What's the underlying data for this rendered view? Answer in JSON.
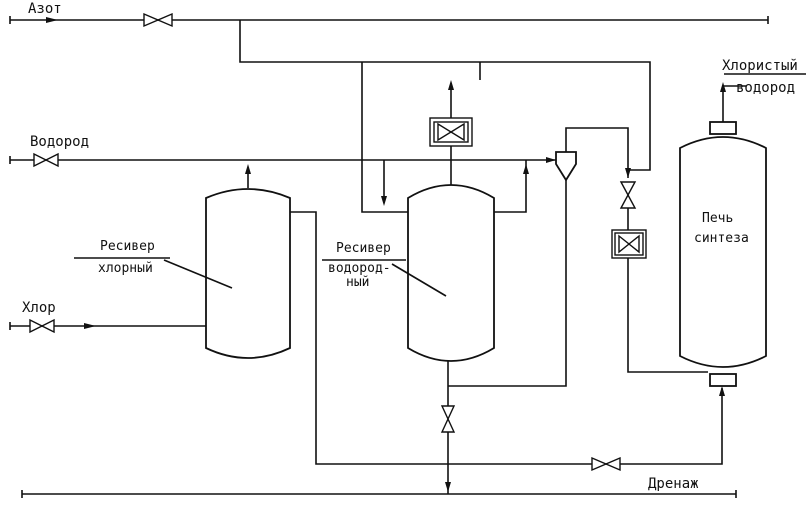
{
  "labels": {
    "azot": "Азот",
    "vodorod": "Водород",
    "khlor": "Хлор",
    "receiver_chlorine_line1": "Ресивер",
    "receiver_chlorine_line2": "хлорный",
    "receiver_hydrogen_line1": "Ресивер",
    "receiver_hydrogen_line2": "водород-",
    "receiver_hydrogen_line3": "ный",
    "furnace_line1": "Печь",
    "furnace_line2": "синтеза",
    "product_line1": "Хлористый",
    "product_line2": "водород",
    "drain": "Дренаж"
  }
}
